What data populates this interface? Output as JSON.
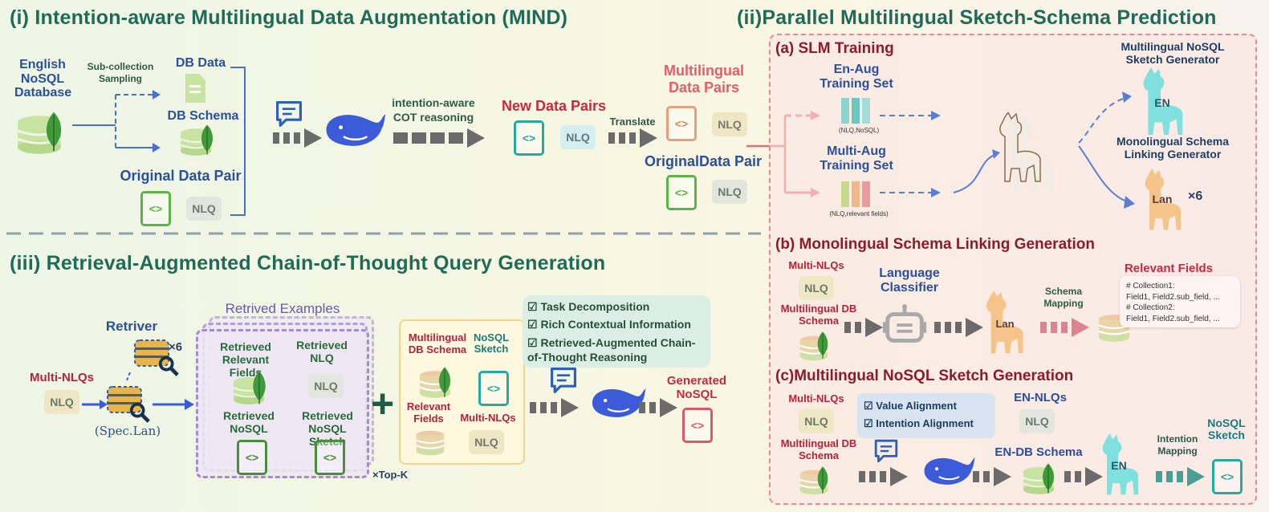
{
  "section_i": {
    "title": "(i) Intention-aware Multilingual Data Augmentation (MIND)",
    "english_db": "English NoSQL Database",
    "sampling": "Sub-collection Sampling",
    "db_data": "DB Data",
    "db_schema": "DB Schema",
    "original_pair": "Original Data Pair",
    "nlq": "NLQ",
    "cot": "intention-aware COT reasoning",
    "new_pairs": "New Data Pairs",
    "translate": "Translate",
    "multi_pairs": "Multilingual Data Pairs",
    "original_pair2": "OriginalData Pair"
  },
  "section_ii": {
    "title": "(ii)Parallel Multilingual Sketch-Schema Prediction",
    "a_title": "(a) SLM Training",
    "en_aug": "En-Aug Training Set",
    "en_aug_caption": "(NLQ,NoSQL)",
    "multi_aug": "Multi-Aug Training Set",
    "multi_aug_caption": "(NLQ,relevant fields)",
    "sketch_gen": "Multilingual NoSQL Sketch Generator",
    "en": "EN",
    "schema_gen": "Monolingual Schema Linking Generator",
    "lan": "Lan",
    "x6": "×6",
    "b_title": "(b) Monolingual Schema Linking Generation",
    "multi_nlqs": "Multi-NLQs",
    "nlq": "NLQ",
    "lang_classifier": "Language Classifier",
    "multi_db_schema": "Multilingual DB Schema",
    "schema_mapping": "Schema Mapping",
    "relevant_fields": "Relevant Fields",
    "fields_1": "# Collection1:",
    "fields_2": "Field1, Field2.sub_field, ...",
    "fields_3": "# Collection2:",
    "fields_4": "Field1, Field2.sub_field, ...",
    "c_title": "(c)Multilingual NoSQL Sketch Generation",
    "value_align": "Value Alignment",
    "intention_align": "Intention Alignment",
    "en_nlqs": "EN-NLQs",
    "en_db_schema": "EN-DB Schema",
    "intention_mapping": "Intention Mapping",
    "nosql_sketch": "NoSQL Sketch"
  },
  "section_iii": {
    "title": "(iii) Retrieval-Augmented Chain-of-Thought Query Generation",
    "retrived_examples": "Retrived Examples",
    "retriver": "Retriver",
    "x6": "×6",
    "multi_nlqs": "Multi-NLQs",
    "nlq": "NLQ",
    "spec_lan": "(Spec.Lan)",
    "ret_fields": "Retrieved Relevant Fields",
    "ret_nlq": "Retrieved NLQ",
    "ret_nosql": "Retrieved NoSQL",
    "ret_sketch": "Retrieved NoSQL Sketch",
    "top_k": "×Top-K",
    "multi_db_schema": "Multilingual DB Schema",
    "nosql_sketch": "NoSQL Sketch",
    "relevant_fields": "Relevant Fields",
    "multi_nlqs2": "Multi-NLQs",
    "task_decomp": "Task Decomposition",
    "rich_ctx": "Rich Contextual Information",
    "ra_cot": "Retrieved-Augmented Chain-of-Thought Reasoning",
    "generated": "Generated NoSQL"
  },
  "icons": {
    "check": "☑",
    "code": "<>",
    "plus": "+"
  },
  "colors": {
    "title_green": "#1f6b57",
    "sub_title_red": "#8b1c2c",
    "label_blue": "#2c4f9a",
    "label_red": "#c72a3e",
    "deepseek_blue": "#3b5bd8",
    "mongo_green": "#3f9a3a"
  }
}
